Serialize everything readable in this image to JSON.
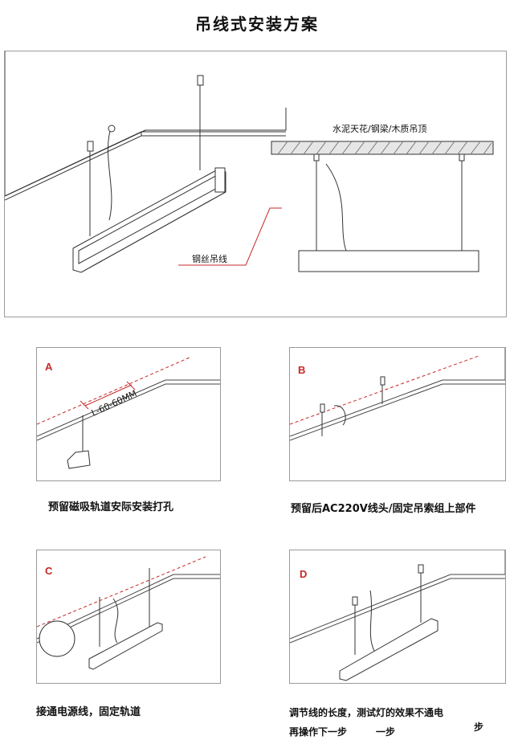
{
  "title": "吊线式安装方案",
  "main_diagram": {
    "ceiling_label": "水泥天花/钢梁/木质吊顶",
    "wire_label": "钢丝吊线"
  },
  "steps": [
    {
      "letter": "A",
      "caption": "预留磁吸轨道安际安装打孔",
      "dimension_label": "L-60-60MM"
    },
    {
      "letter": "B",
      "caption": "预留后AC220V线头/固定吊索组上部件"
    },
    {
      "letter": "C",
      "caption": "接通电源线，固定轨道"
    },
    {
      "letter": "D",
      "caption_line1": "调节线的长度，测试灯的效果不通电",
      "caption_line2": "再操作下一步",
      "caption_fragments": [
        "一步",
        "步"
      ]
    }
  ],
  "colors": {
    "accent_red": "#c62828",
    "line": "#333333",
    "border": "#9a9a9a"
  }
}
